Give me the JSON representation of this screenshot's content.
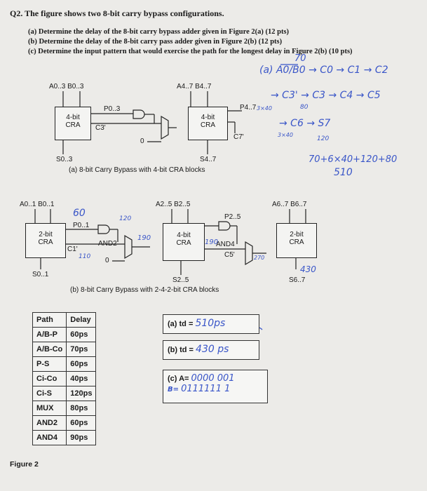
{
  "question": {
    "title": "Q2. The figure shows two 8-bit carry bypass configurations.",
    "part_a": "(a) Determine the delay of the 8-bit carry bypass adder given in Figure 2(a) (12 pts)",
    "part_b": "(b) Determine the delay of the 8-bit carry pass adder given in Figure 2(b) (12 pts)",
    "part_c": "(c) Determine the input pattern that would exercise the path for the longest delay in Figure 2(b) (10 pts)"
  },
  "figure_a": {
    "in_low": "A0..3 B0..3",
    "in_high": "A4..7 B4..7",
    "cra_low": [
      "4-bit",
      "CRA"
    ],
    "cra_high": [
      "4-bit",
      "CRA"
    ],
    "p_low": "P0..3",
    "p_high": "P4..7",
    "c_low": "C3'",
    "c_high": "C7'",
    "zero": "0",
    "s_low": "S0..3",
    "s_high": "S4..7",
    "caption": "(a) 8-bit Carry Bypass with 4-bit CRA blocks"
  },
  "figure_b": {
    "in1": "A0..1 B0..1",
    "in2": "A2..5 B2..5",
    "in3": "A6..7 B6..7",
    "cra1": [
      "2-bit",
      "CRA"
    ],
    "cra2": [
      "4-bit",
      "CRA"
    ],
    "cra3": [
      "2-bit",
      "CRA"
    ],
    "p1": "P0..1",
    "p2": "P2..5",
    "c1": "C1'",
    "c5": "C5'",
    "and2": "AND2",
    "and4": "AND4",
    "zero": "0",
    "s1": "S0..1",
    "s2": "S2..5",
    "s3": "S6..7",
    "caption": "(b) 8-bit Carry Bypass with 2-4-2-bit CRA blocks"
  },
  "delay_table": {
    "headers": [
      "Path",
      "Delay"
    ],
    "rows": [
      [
        "A/B-P",
        "60ps"
      ],
      [
        "A/B-Co",
        "70ps"
      ],
      [
        "P-S",
        "60ps"
      ],
      [
        "Ci-Co",
        "40ps"
      ],
      [
        "Ci-S",
        "120ps"
      ],
      [
        "MUX",
        "80ps"
      ],
      [
        "AND2",
        "60ps"
      ],
      [
        "AND4",
        "90ps"
      ]
    ]
  },
  "answers": {
    "a_label": "(a) td =",
    "a_value": "510ps",
    "b_label": "(b) td =",
    "b_value": "430 ps",
    "c_label": "(c) A=",
    "c_value_a": "0000 001",
    "c_label_b": "B=",
    "c_value_b": "0111111 1"
  },
  "figure_label": "Figure 2",
  "handwritten": {
    "n70": "70",
    "path1": "(a) A0/B0 → C0 → C1 → C2",
    "path2": "→ C3' → C3 → C4 → C5",
    "n3x40": "3×40",
    "n80": "80",
    "path3": "→ C6 → S7",
    "n3x40b": "3×40",
    "n120": "120",
    "sum": "70+6×40+120+80",
    "total": "510",
    "b60": "60",
    "b120": "120",
    "b190": "190",
    "b110": "110",
    "b190b": "190",
    "b270": "270",
    "b430": "430"
  }
}
